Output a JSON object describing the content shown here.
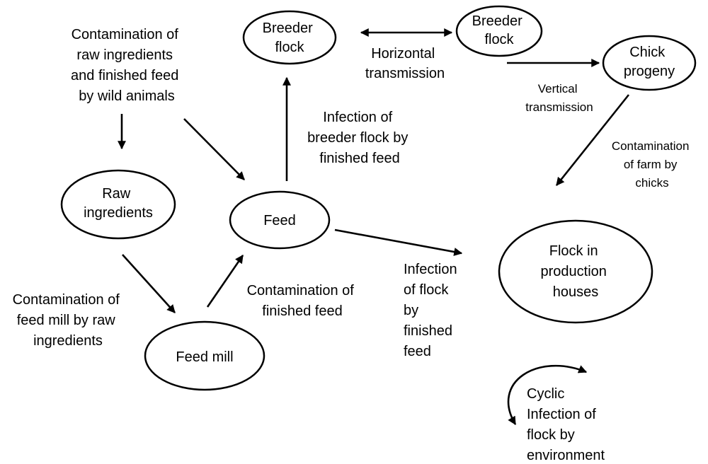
{
  "diagram": {
    "nodes": {
      "breeder_flock_1": [
        "Breeder",
        "flock"
      ],
      "breeder_flock_2": [
        "Breeder",
        "flock"
      ],
      "chick_progeny": [
        "Chick",
        "progeny"
      ],
      "raw_ingredients": [
        "Raw",
        "ingredients"
      ],
      "feed": [
        "Feed"
      ],
      "feed_mill": [
        "Feed mill"
      ],
      "flock_production": [
        "Flock in",
        "production",
        "houses"
      ]
    },
    "labels": {
      "wild_animals": [
        "Contamination of",
        "raw ingredients",
        "and finished feed",
        "by wild animals"
      ],
      "horizontal": [
        "Horizontal",
        "transmission"
      ],
      "vertical": [
        "Vertical",
        "transmission"
      ],
      "breeder_infection": [
        "Infection of",
        "breeder flock by",
        "finished feed"
      ],
      "farm_contamination": [
        "Contamination",
        "of farm by",
        "chicks"
      ],
      "feed_mill_contamination": [
        "Contamination of",
        "feed mill by raw",
        "ingredients"
      ],
      "finished_feed_contamination": [
        "Contamination of",
        "finished feed"
      ],
      "flock_infection": [
        "Infection",
        "of flock",
        "by",
        "finished",
        "feed"
      ],
      "cyclic": [
        "Cyclic",
        "Infection of",
        "flock by",
        "environment"
      ]
    }
  }
}
